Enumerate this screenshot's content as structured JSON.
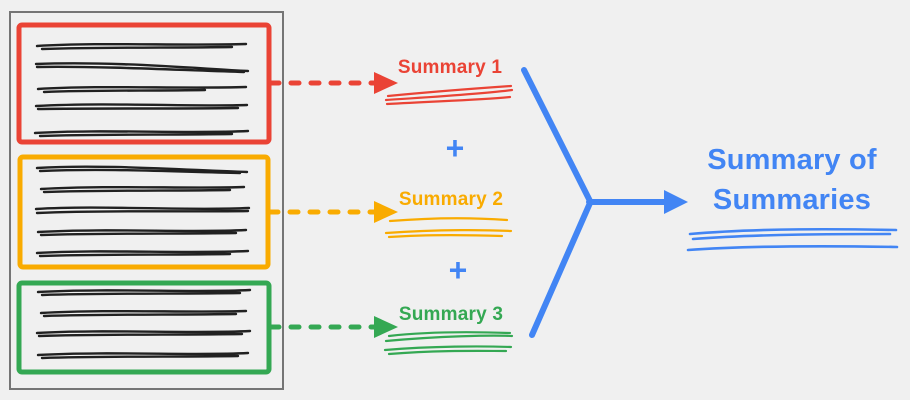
{
  "diagram": {
    "colors": {
      "red": "#EA4335",
      "orange": "#F9AB00",
      "green": "#34A853",
      "blue": "#4285F4",
      "ink": "#212121",
      "document_border": "#757575",
      "background": "#F0F0F0"
    },
    "document": {
      "sections": [
        {
          "name": "section-1",
          "color_name": "red",
          "text_lines": 5
        },
        {
          "name": "section-2",
          "color_name": "orange",
          "text_lines": 5
        },
        {
          "name": "section-3",
          "color_name": "green",
          "text_lines": 4
        }
      ]
    },
    "labels": {
      "summary_1": "Summary 1",
      "summary_2": "Summary 2",
      "summary_3": "Summary 3",
      "plus": "+",
      "summary_of_summaries": "Summary of Summaries"
    }
  }
}
